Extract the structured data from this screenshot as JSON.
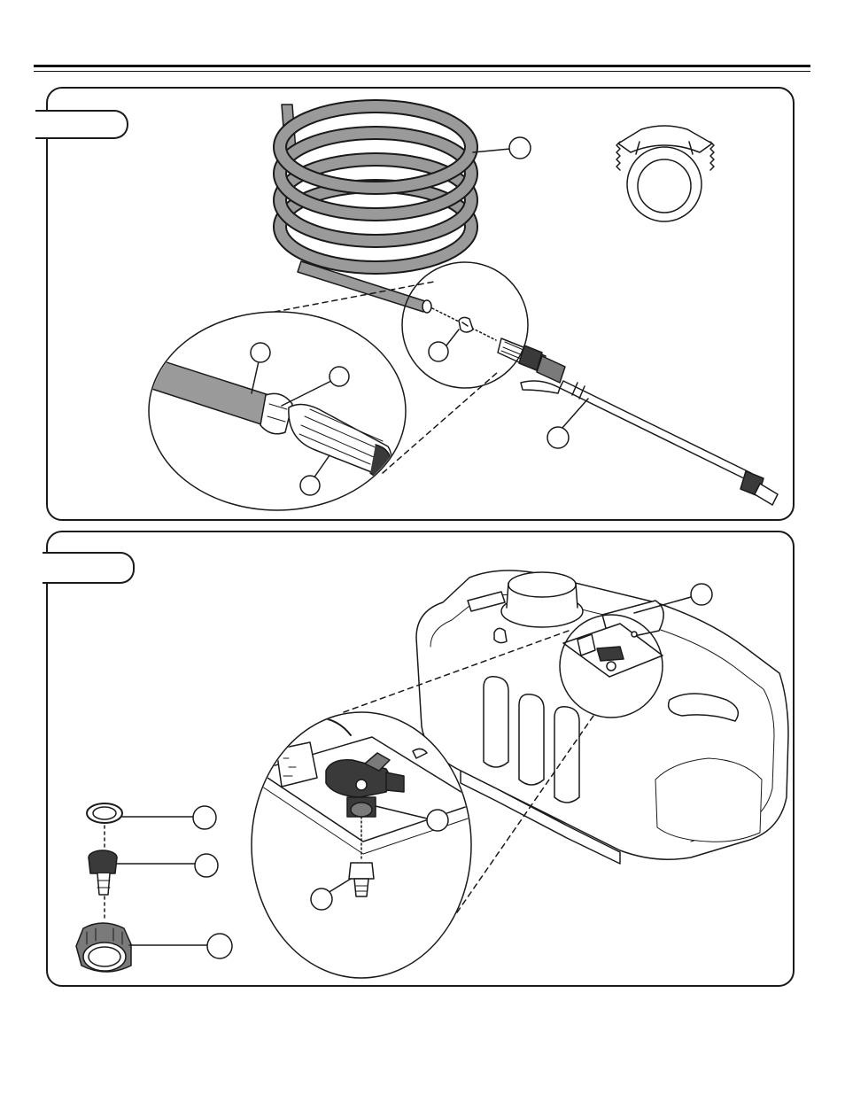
{
  "page": {
    "header_rule": "double"
  },
  "panels": [
    {
      "id": "top",
      "tab_label": "",
      "callouts": [
        {
          "part": "hose",
          "number": ""
        },
        {
          "part": "hose-clamp",
          "number": ""
        },
        {
          "part": "hose-detail",
          "number": ""
        },
        {
          "part": "clamp-detail",
          "number": ""
        },
        {
          "part": "handle-detail",
          "number": ""
        },
        {
          "part": "wand",
          "number": ""
        }
      ]
    },
    {
      "id": "bottom",
      "tab_label": "",
      "callouts": [
        {
          "part": "valve",
          "number": ""
        },
        {
          "part": "gasket",
          "number": ""
        },
        {
          "part": "barb-fitting",
          "number": ""
        },
        {
          "part": "nut",
          "number": ""
        },
        {
          "part": "valve-outlet",
          "number": ""
        },
        {
          "part": "hose-barb-detail",
          "number": ""
        }
      ]
    }
  ],
  "colors": {
    "line": "#1a1a1a",
    "hose_fill": "#9a9a9a",
    "dark_part": "#3a3a3a",
    "mid_part": "#7a7a7a"
  }
}
